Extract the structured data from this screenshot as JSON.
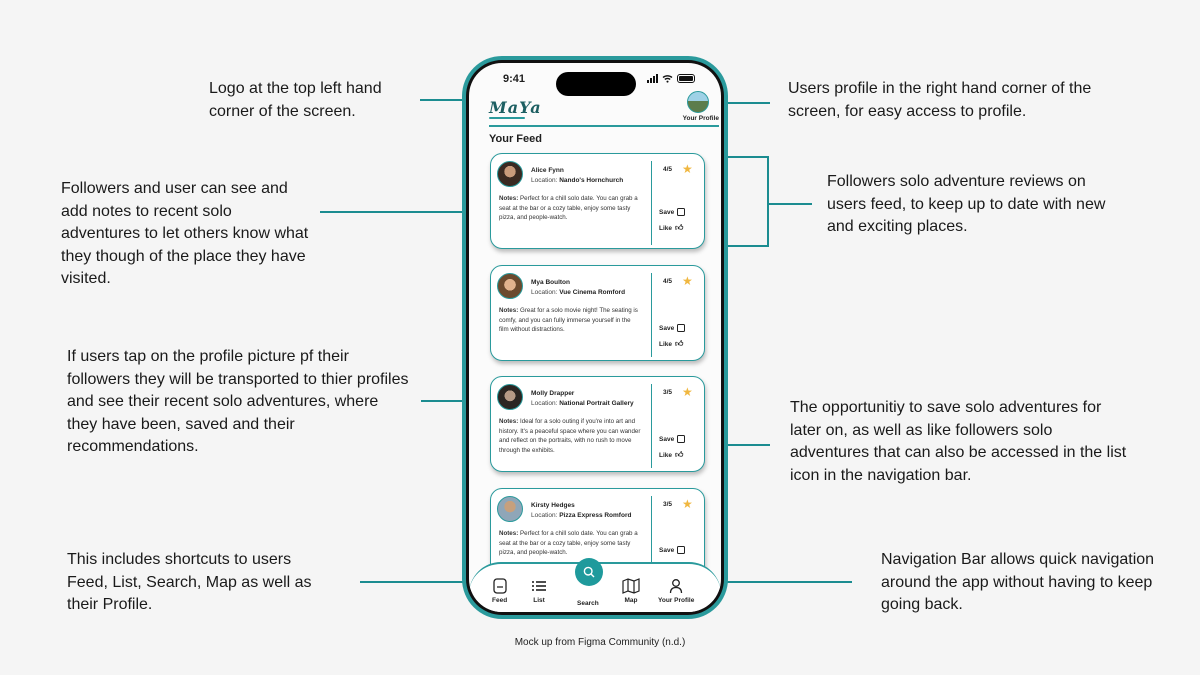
{
  "annotations": {
    "logo": "Logo at the top left hand corner of the screen.",
    "profile": "Users profile in the right hand corner of the screen, for easy access to profile.",
    "notes": "Followers and user can see and add notes to recent solo adventures to let others know what they though of the place they have visited.",
    "reviews": "Followers solo adventure reviews on users feed, to keep up to date with new and exciting places.",
    "tap_profile": "If users tap on the profile picture pf their followers they will be transported to thier profiles and see their recent solo adventures, where they have been, saved and their recommendations.",
    "save_like": "The opportunitiy to save solo adventures for later on, as well as like followers solo adventures that can also be accessed in the list icon in the navigation bar.",
    "shortcuts": "This includes shortcuts to users Feed, List, Search, Map as well as their Profile.",
    "navbar": "Navigation Bar allows quick navigation around the app without having to keep going back."
  },
  "footer": "Mock up from Figma Community (n.d.)",
  "status": {
    "time": "9:41"
  },
  "app": {
    "logo": "MaYa",
    "profile_label": "Your Profile",
    "feed_title": "Your Feed"
  },
  "labels": {
    "location": "Location:",
    "notes": "Notes:",
    "save": "Save",
    "like": "Like"
  },
  "posts": [
    {
      "name": "Alice Fynn",
      "location": "Nando's Hornchurch",
      "notes": "Perfect for a chill solo date. You can grab a seat at the bar or a cozy table, enjoy some tasty pizza, and people-watch.",
      "rating": "4/5"
    },
    {
      "name": "Mya Boulton",
      "location": "Vue Cinema Romford",
      "notes": "Great for a solo movie night! The seating is comfy, and you can fully immerse yourself in the film without distractions.",
      "rating": "4/5"
    },
    {
      "name": "Molly Drapper",
      "location": "National Portrait Gallery",
      "notes": "Ideal for a solo outing if you're into art and history. It's a peaceful space where you can wander and reflect on the portraits, with no rush to move through the exhibits.",
      "rating": "3/5"
    },
    {
      "name": "Kirsty Hedges",
      "location": "Pizza Express Romford",
      "notes": "Perfect for a chill solo date. You can grab a seat at the bar or a cozy table, enjoy some tasty pizza, and people-watch.",
      "rating": "3/5"
    }
  ],
  "nav": {
    "feed": "Feed",
    "list": "List",
    "search": "Search",
    "map": "Map",
    "profile": "Your Profile"
  },
  "colors": {
    "accent": "#2a9a9c",
    "star": "#f0b740"
  }
}
